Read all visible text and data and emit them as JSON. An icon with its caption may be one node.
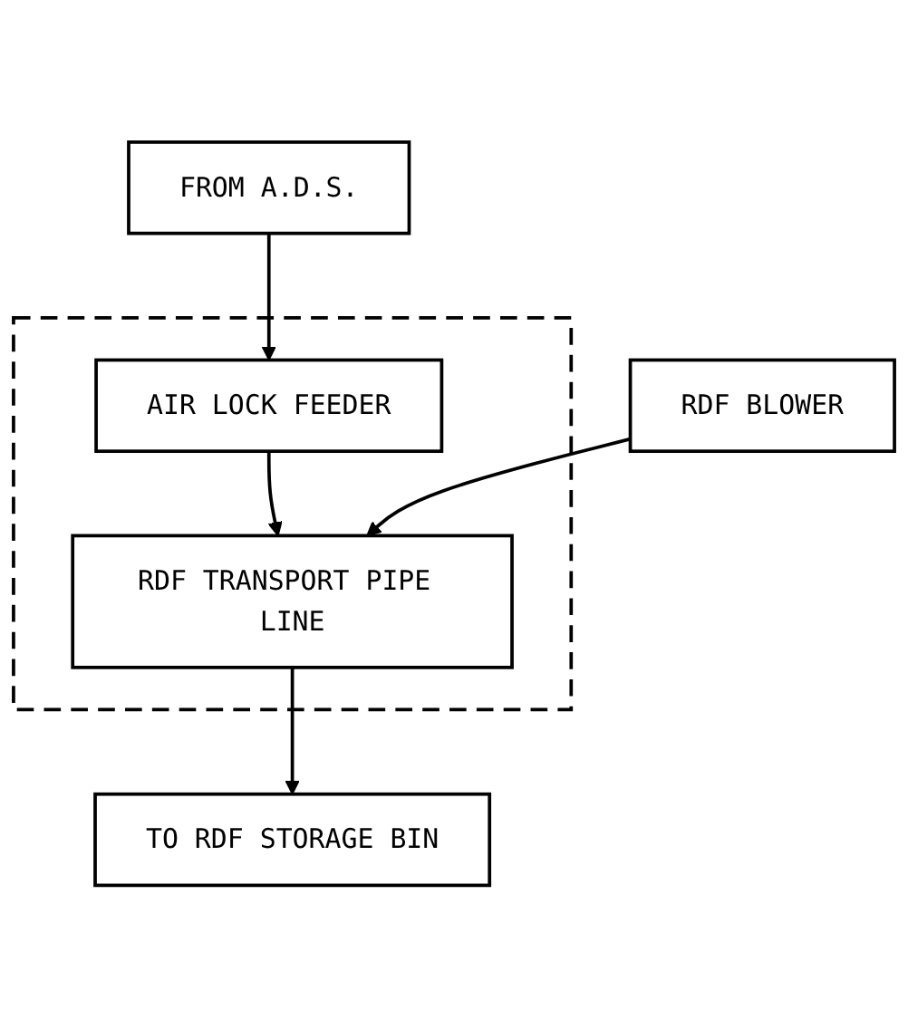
{
  "diagram": {
    "nodes": [
      {
        "text": [
          "FROM A.D.S."
        ]
      },
      {
        "text": [],
        "shape": "box"
      },
      {
        "text": [
          "AIR LOCK FEEDER"
        ],
        "in": 1
      },
      {
        "text": [
          "RDF TRANSPORT PIPE LINE"
        ],
        "in": 1
      },
      {
        "text": [
          "RDF BLOWER"
        ]
      },
      {
        "text": [
          "TO RDF STORAGE BIN"
        ]
      }
    ],
    "edges": [
      {
        "from": 0,
        "to": 2,
        "arrow": "to"
      },
      {
        "from": 2,
        "to": 3,
        "arrow": "to"
      },
      {
        "from": 4,
        "to": 3,
        "arrow": "to"
      },
      {
        "from": 3,
        "to": 5,
        "arrow": "to"
      }
    ]
  }
}
